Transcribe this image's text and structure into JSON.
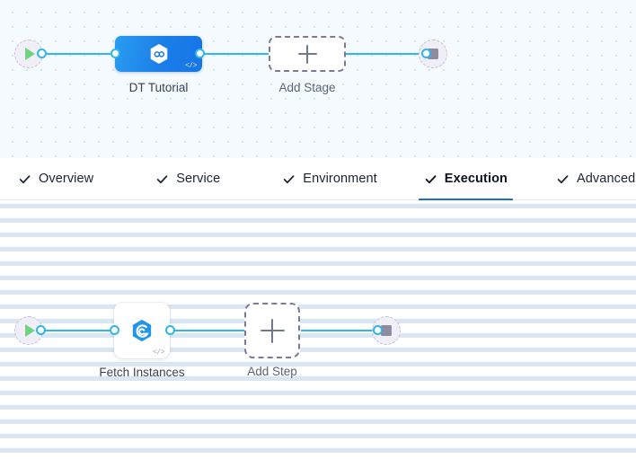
{
  "stage_canvas": {
    "name": "pipeline-stage-canvas",
    "background_color": "#f4fafd",
    "start_node": {
      "icon": "play-icon",
      "title": "Start"
    },
    "end_node": {
      "icon": "stop-icon",
      "title": "End"
    },
    "stage": {
      "label": "DT Tutorial",
      "icon": "harness-hexagon-icon",
      "code_badge": "</>",
      "accent_color": "#1b7ee8"
    },
    "add_stage": {
      "label": "Add Stage",
      "icon": "plus-icon"
    }
  },
  "tabs": {
    "items": [
      {
        "label": "Overview",
        "icon": "check-icon",
        "active": false
      },
      {
        "label": "Service",
        "icon": "check-icon",
        "active": false
      },
      {
        "label": "Environment",
        "icon": "check-icon",
        "active": false
      },
      {
        "label": "Execution",
        "icon": "check-icon",
        "active": true
      },
      {
        "label": "Advanced",
        "icon": "check-icon",
        "active": false
      }
    ],
    "active_indicator_color": "#1b6fd1"
  },
  "step_canvas": {
    "name": "pipeline-step-canvas",
    "background_color": "#ffffff",
    "start_node": {
      "icon": "play-icon",
      "title": "Start"
    },
    "end_node": {
      "icon": "stop-icon",
      "title": "End"
    },
    "step": {
      "label": "Fetch Instances",
      "icon": "shell-script-hexagon-icon",
      "code_badge": "</>",
      "accent_color": "#2196e8"
    },
    "add_step": {
      "label": "Add Step",
      "icon": "plus-icon"
    }
  },
  "colors": {
    "connector": "#2fb5ef",
    "dashed_border": "#7b7a99",
    "terminal_fill": "#f0eef6",
    "play_green": "#6fd37f",
    "stop_gray": "#8f8ca0"
  }
}
